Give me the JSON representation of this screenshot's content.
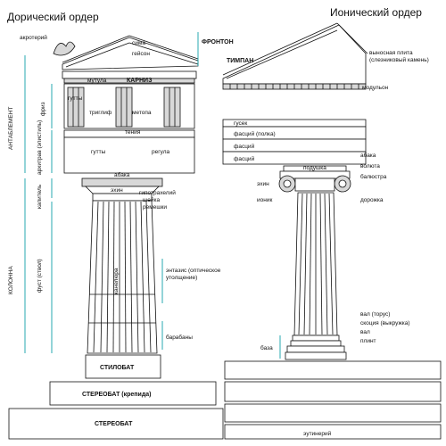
{
  "doric": {
    "title": "Дорический ордер",
    "labels": {
      "akroteriy": "акротерий",
      "sima": "сима",
      "geyson": "гейсон",
      "mutula": "мутула",
      "karniz": "КАРНИЗ",
      "gutty_top": "гутты",
      "triglif": "триглиф",
      "metopa": "метопа",
      "teniya": "тения",
      "gutty": "гутты",
      "regula": "регула",
      "abaka": "абака",
      "ekhin": "эхин",
      "gipotrakheliy": "гипотрахелий",
      "sheyka": "шейка",
      "remeshki": "ремешки",
      "kanelyura": "канелюра",
      "entazis": "энтазис (оптическое утолщение)",
      "barabany": "барабаны",
      "stilobat": "СТИЛОБАТ",
      "stereobat_krepida": "СТЕРЕОБАТ (крепида)",
      "stereobat": "СТЕРЕОБАТ",
      "antablement": "АНТАБЛЕМЕНТ",
      "friz": "фриз",
      "arkhitrav": "архитрав (эпистиль)",
      "kapitel": "капитель",
      "fust": "фуст (ствол)",
      "kolonna": "КОЛОННА"
    }
  },
  "ionic": {
    "title": "Ионический ордер",
    "labels": {
      "fronton": "ФРОНТОН",
      "timpan": "ТИМПАН",
      "vynosnaya_plita": "выносная плита (слезниковый камень)",
      "modulon": "модульон",
      "gusek": "гусек",
      "fastsiy_polka": "фасций (полка)",
      "fastsiy_1": "фасций",
      "fastsiy_2": "фасций",
      "abaka": "абака",
      "podushka": "подушка",
      "voluta": "волюта",
      "balyustra": "балюстра",
      "ekhin": "эхин",
      "ionik": "ионик",
      "dorozhka": "дорожка",
      "val_torus": "вал (торус)",
      "skotsiya": "скоция (выкружка)",
      "val": "вал",
      "plint": "плинт",
      "baza": "база",
      "eutineriy": "эутинерий"
    }
  }
}
